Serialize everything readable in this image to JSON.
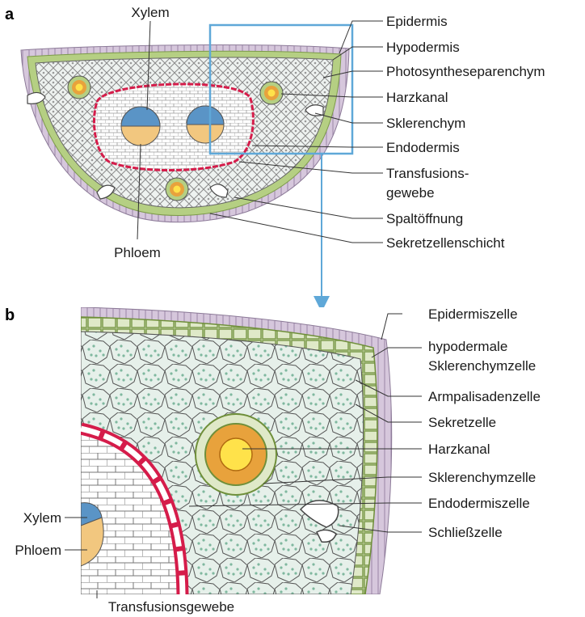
{
  "panel_a": {
    "letter": "a",
    "labels": {
      "xylem": "Xylem",
      "phloem": "Phloem",
      "epidermis": "Epidermis",
      "hypodermis": "Hypodermis",
      "photosynthese": "Photosyntheseparenchym",
      "harzkanal": "Harzkanal",
      "sklerenchym": "Sklerenchym",
      "endodermis": "Endodermis",
      "transfusion_1": "Transfusions-",
      "transfusion_2": "gewebe",
      "spalt": "Spaltöffnung",
      "sekret": "Sekretzellenschicht"
    }
  },
  "panel_b": {
    "letter": "b",
    "labels": {
      "epidermiszelle": "Epidermiszelle",
      "hypodermale_1": "hypodermale",
      "hypodermale_2": "Sklerenchymzelle",
      "armpalisaden": "Armpalisadenzelle",
      "sekretzelle": "Sekretzelle",
      "harzkanal": "Harzkanal",
      "sklerenchymzelle": "Sklerenchymzelle",
      "endodermiszelle": "Endodermiszelle",
      "schliesszelle": "Schließzelle",
      "xylem": "Xylem",
      "phloem": "Phloem",
      "transfusionsgewebe": "Transfusionsgewebe"
    }
  },
  "colors": {
    "epidermis": "#d6c7dc",
    "hypodermis": "#b5cf83",
    "parenchyma": "#e9f1ec",
    "xylem": "#5a94c6",
    "phloem": "#f2c77f",
    "endodermis": "#d51c4a",
    "resin_outer": "#e8a23c",
    "resin_inner": "#ffe24a",
    "zoom_box": "#5fa8d8"
  }
}
